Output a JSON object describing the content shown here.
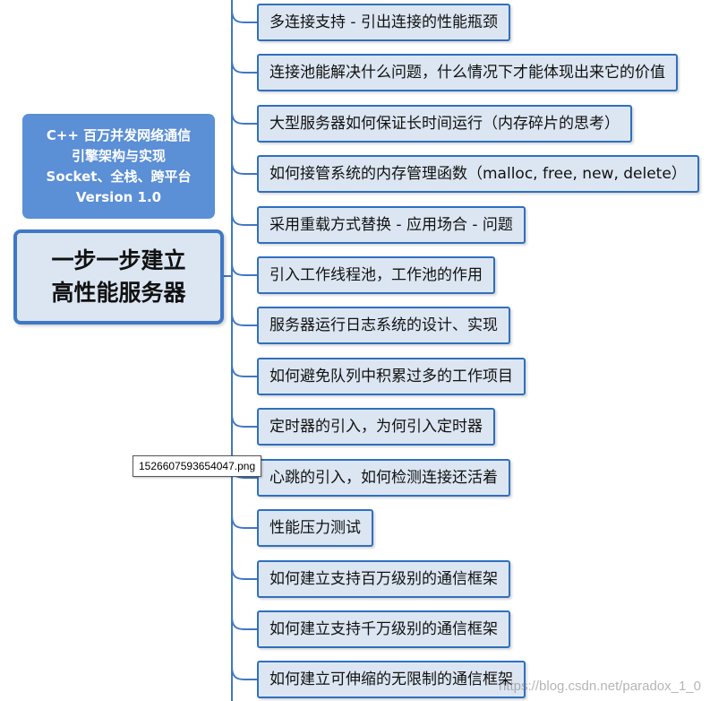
{
  "course": {
    "lines": [
      "C++ 百万并发网络通信",
      "引擎架构与实现",
      "Socket、全栈、跨平台",
      "Version 1.0"
    ]
  },
  "root": {
    "lines": [
      "一步一步建立",
      "高性能服务器"
    ]
  },
  "topics": [
    "多连接支持 - 引出连接的性能瓶颈",
    "连接池能解决什么问题，什么情况下才能体现出来它的价值",
    "大型服务器如何保证长时间运行（内存碎片的思考）",
    "如何接管系统的内存管理函数（malloc, free, new, delete）",
    "采用重载方式替换 - 应用场合 - 问题",
    "引入工作线程池，工作池的作用",
    "服务器运行日志系统的设计、实现",
    "如何避免队列中积累过多的工作项目",
    "定时器的引入，为何引入定时器",
    "心跳的引入，如何检测连接还活着",
    "性能压力测试",
    "如何建立支持百万级别的通信框架",
    "如何建立支持千万级别的通信框架",
    "如何建立可伸缩的无限制的通信框架"
  ],
  "tooltip": "1526607593654047.png",
  "watermark": "https://blog.csdn.net/paradox_1_0",
  "colors": {
    "course_fill": "#5b8fd6",
    "root_fill": "#dce6f2",
    "root_border": "#3f78c5",
    "topic_fill": "#dce6f2",
    "topic_border": "#2f6fc0",
    "connector": "#3f78c5"
  }
}
